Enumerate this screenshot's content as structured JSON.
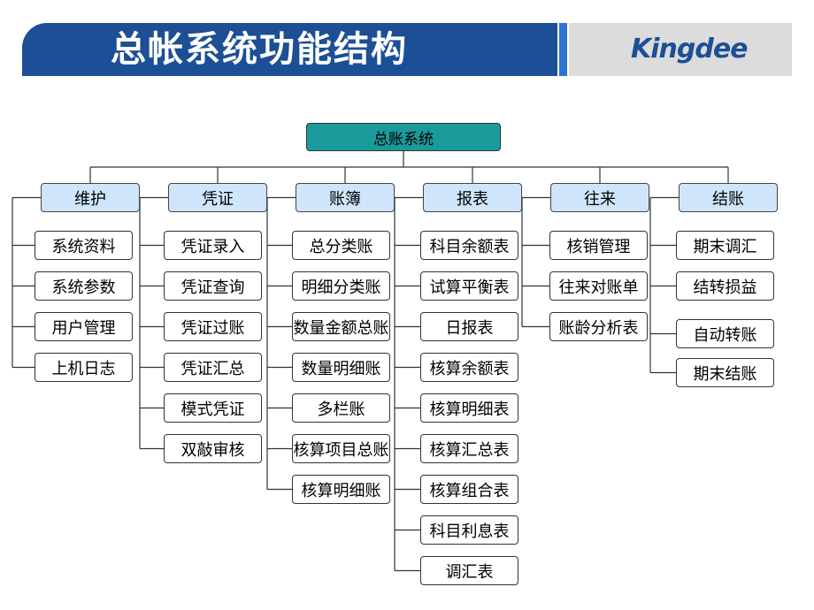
{
  "title": "总帐系统功能结构",
  "logo": "Kingdee",
  "root": "总账系统",
  "categories": [
    {
      "label": "维护",
      "items": [
        "系统资料",
        "系统参数",
        "用户管理",
        "上机日志"
      ]
    },
    {
      "label": "凭证",
      "items": [
        "凭证录入",
        "凭证查询",
        "凭证过账",
        "凭证汇总",
        "模式凭证",
        "双敲审核"
      ]
    },
    {
      "label": "账簿",
      "items": [
        "总分类账",
        "明细分类账",
        "数量金额总账",
        "数量明细账",
        "多栏账",
        "核算项目总账",
        "核算明细账"
      ]
    },
    {
      "label": "报表",
      "items": [
        "科目余额表",
        "试算平衡表",
        "日报表",
        "核算余额表",
        "核算明细表",
        "核算汇总表",
        "核算组合表",
        "科目利息表",
        "调汇表"
      ]
    },
    {
      "label": "往来",
      "items": [
        "核销管理",
        "往来对账单",
        "账龄分析表"
      ]
    },
    {
      "label": "结账",
      "items": [
        "期末调汇",
        "结转损益",
        "自动转账",
        "期末结账"
      ]
    }
  ],
  "colors": {
    "header_bg": "#1c4f96",
    "root_fill": "#1a9a9a",
    "category_fill": "#cfe5fb"
  }
}
